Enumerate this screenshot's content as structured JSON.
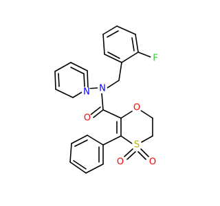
{
  "atoms": {
    "F": {
      "label": "F",
      "color": "#33cc33"
    },
    "N_pyridine": {
      "label": "N",
      "color": "#0000ff"
    },
    "N_amide": {
      "label": "N",
      "color": "#0000ff"
    },
    "O_carbonyl": {
      "label": "O",
      "color": "#ff0000"
    },
    "O_ring": {
      "label": "O",
      "color": "#ff0000"
    },
    "S": {
      "label": "S",
      "color": "#b5b500"
    },
    "O_sulfonyl_left": {
      "label": "O",
      "color": "#ff0000"
    },
    "O_sulfonyl_right": {
      "label": "O",
      "color": "#ff0000"
    }
  }
}
